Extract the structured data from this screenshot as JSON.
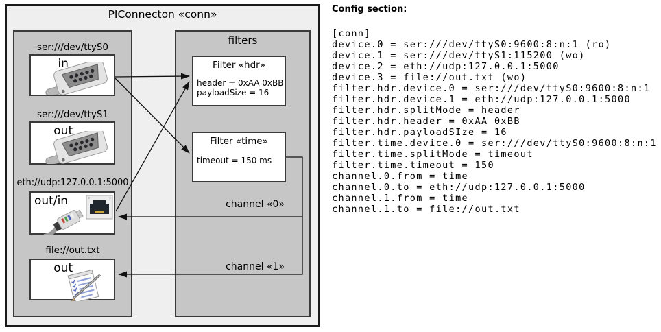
{
  "diagram": {
    "title": "PIConnecton «conn»",
    "devices": [
      {
        "label": "ser:///dev/ttyS0",
        "direction": "in",
        "icon": "serial-connector-icon"
      },
      {
        "label": "ser:///dev/ttyS1",
        "direction": "out",
        "icon": "serial-connector-icon"
      },
      {
        "label": "eth://udp:127.0.0.1:5000",
        "direction": "out/in",
        "icon": "ethernet-connector-icon"
      },
      {
        "label": "file://out.txt",
        "direction": "out",
        "icon": "notepad-icon"
      }
    ],
    "filters": {
      "title": "filters",
      "items": [
        {
          "title": "Filter «hdr»",
          "properties": [
            "header = 0xAA 0xBB",
            "payloadSize = 16"
          ]
        },
        {
          "title": "Filter «time»",
          "properties": [
            "timeout = 150 ms"
          ]
        }
      ]
    },
    "channels": [
      {
        "label": "channel «0»"
      },
      {
        "label": "channel «1»"
      }
    ]
  },
  "config": {
    "heading": "Config section:",
    "lines": [
      "[conn]",
      "device.0 = ser:///dev/ttyS0:9600:8:n:1 (ro)",
      "device.1 = ser:///dev/ttyS1:115200 (wo)",
      "device.2 = eth://udp:127.0.0.1:5000",
      "device.3 = file://out.txt (wo)",
      "filter.hdr.device.0 = ser:///dev/ttyS0:9600:8:n:1",
      "filter.hdr.device.1 = eth://udp:127.0.0.1:5000",
      "filter.hdr.splitMode = header",
      "filter.hdr.header = 0xAA 0xBB",
      "filter.hdr.payloadSIze = 16",
      "filter.time.device.0 = ser:///dev/ttyS0:9600:8:n:1",
      "filter.time.splitMode = timeout",
      "filter.time.timeout = 150",
      "channel.0.from = time",
      "channel.0.to = eth://udp:127.0.0.1:5000",
      "channel.1.from = time",
      "channel.1.to = file://out.txt"
    ]
  },
  "colors": {
    "diagram_bg": "#efefef",
    "panel_bg": "#c6c6c6",
    "card_bg": "#ffffff",
    "border_dark": "#3a3a3a",
    "outer_border": "#1a1a1a",
    "text": "#000000"
  }
}
